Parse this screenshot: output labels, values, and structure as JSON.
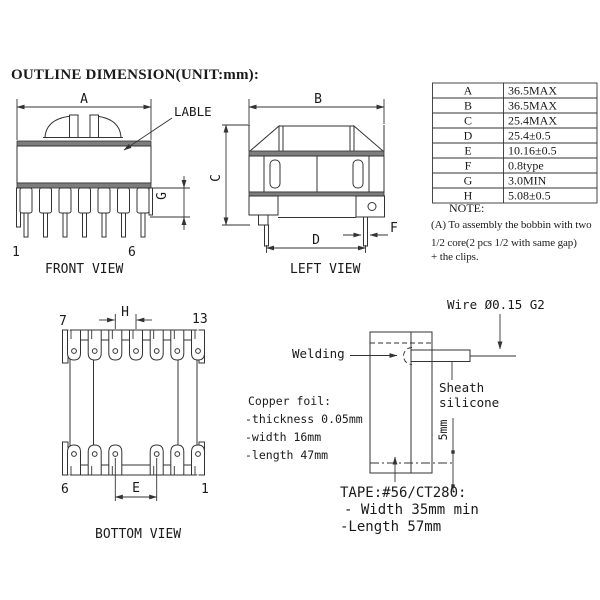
{
  "title": "OUTLINE DIMENSION(UNIT:mm):",
  "colors": {
    "line": "#333333",
    "text": "#1a1a1a",
    "flange_fill": "#7d7d7d",
    "background": "#ffffff"
  },
  "table": {
    "rows": [
      {
        "key": "A",
        "value": "36.5MAX"
      },
      {
        "key": "B",
        "value": "36.5MAX"
      },
      {
        "key": "C",
        "value": "25.4MAX"
      },
      {
        "key": "D",
        "value": "25.4±0.5"
      },
      {
        "key": "E",
        "value": "10.16±0.5"
      },
      {
        "key": "F",
        "value": "0.8type"
      },
      {
        "key": "G",
        "value": "3.0MIN"
      },
      {
        "key": "H",
        "value": "5.08±0.5"
      }
    ]
  },
  "note": {
    "heading": "NOTE:",
    "line1": "(A) To assembly the bobbin with two",
    "line2": "1/2 core(2 pcs 1/2 with same gap)",
    "line3": "+ the clips."
  },
  "front_view": {
    "caption": "FRONT VIEW",
    "dim_a": "A",
    "dim_g": "G",
    "label": "LABLE",
    "pin_first": "1",
    "pin_last": "6"
  },
  "left_view": {
    "caption": "LEFT VIEW",
    "dim_b": "B",
    "dim_c": "C",
    "dim_d": "D",
    "dim_f": "F"
  },
  "bottom_view": {
    "caption": "BOTTOM VIEW",
    "dim_h": "H",
    "dim_e": "E",
    "pin_top_left": "7",
    "pin_top_right": "13",
    "pin_bottom_left": "6",
    "pin_bottom_right": "1"
  },
  "assembly": {
    "wire": "Wire Ø0.15 G2",
    "welding": "Welding",
    "sheath_line1": "Sheath",
    "sheath_line2": "silicone",
    "dim_5mm": "5mm",
    "copper_title": "Copper foil:",
    "copper_thickness": "-thickness 0.05mm",
    "copper_width": "-width 16mm",
    "copper_length": "-length 47mm",
    "tape_title": "TAPE:#56/CT280:",
    "tape_width": "- Width 35mm min",
    "tape_length": "-Length 57mm"
  }
}
